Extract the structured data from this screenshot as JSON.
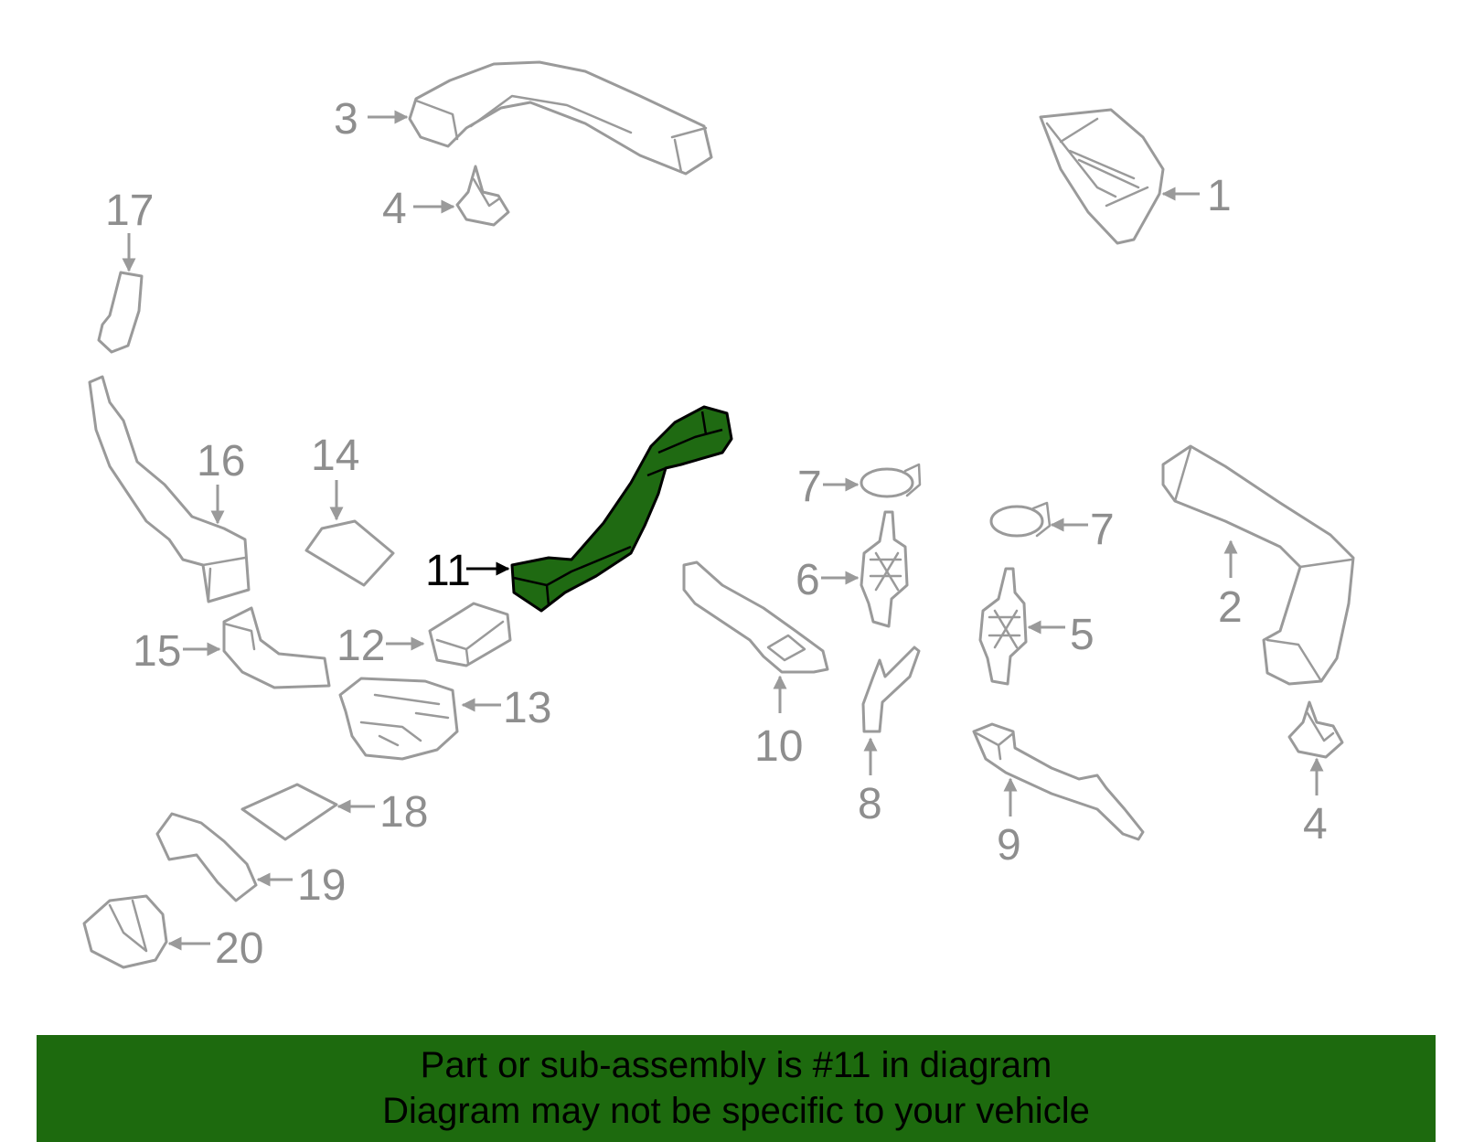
{
  "callouts": {
    "c1": "1",
    "c2": "2",
    "c3": "3",
    "c4a": "4",
    "c4b": "4",
    "c5": "5",
    "c6": "6",
    "c7a": "7",
    "c7b": "7",
    "c8": "8",
    "c9": "9",
    "c10": "10",
    "c11": "11",
    "c12": "12",
    "c13": "13",
    "c14": "14",
    "c15": "15",
    "c16": "16",
    "c17": "17",
    "c18": "18",
    "c19": "19",
    "c20": "20"
  },
  "highlighted_part": "11",
  "colors": {
    "highlight_fill": "#1f6a12",
    "banner": "#1d6a0e",
    "part_stroke": "#9a9a9a"
  },
  "banner": {
    "line1": "Part or sub-assembly is #11 in diagram",
    "line2": "Diagram may not be specific to your vehicle"
  }
}
